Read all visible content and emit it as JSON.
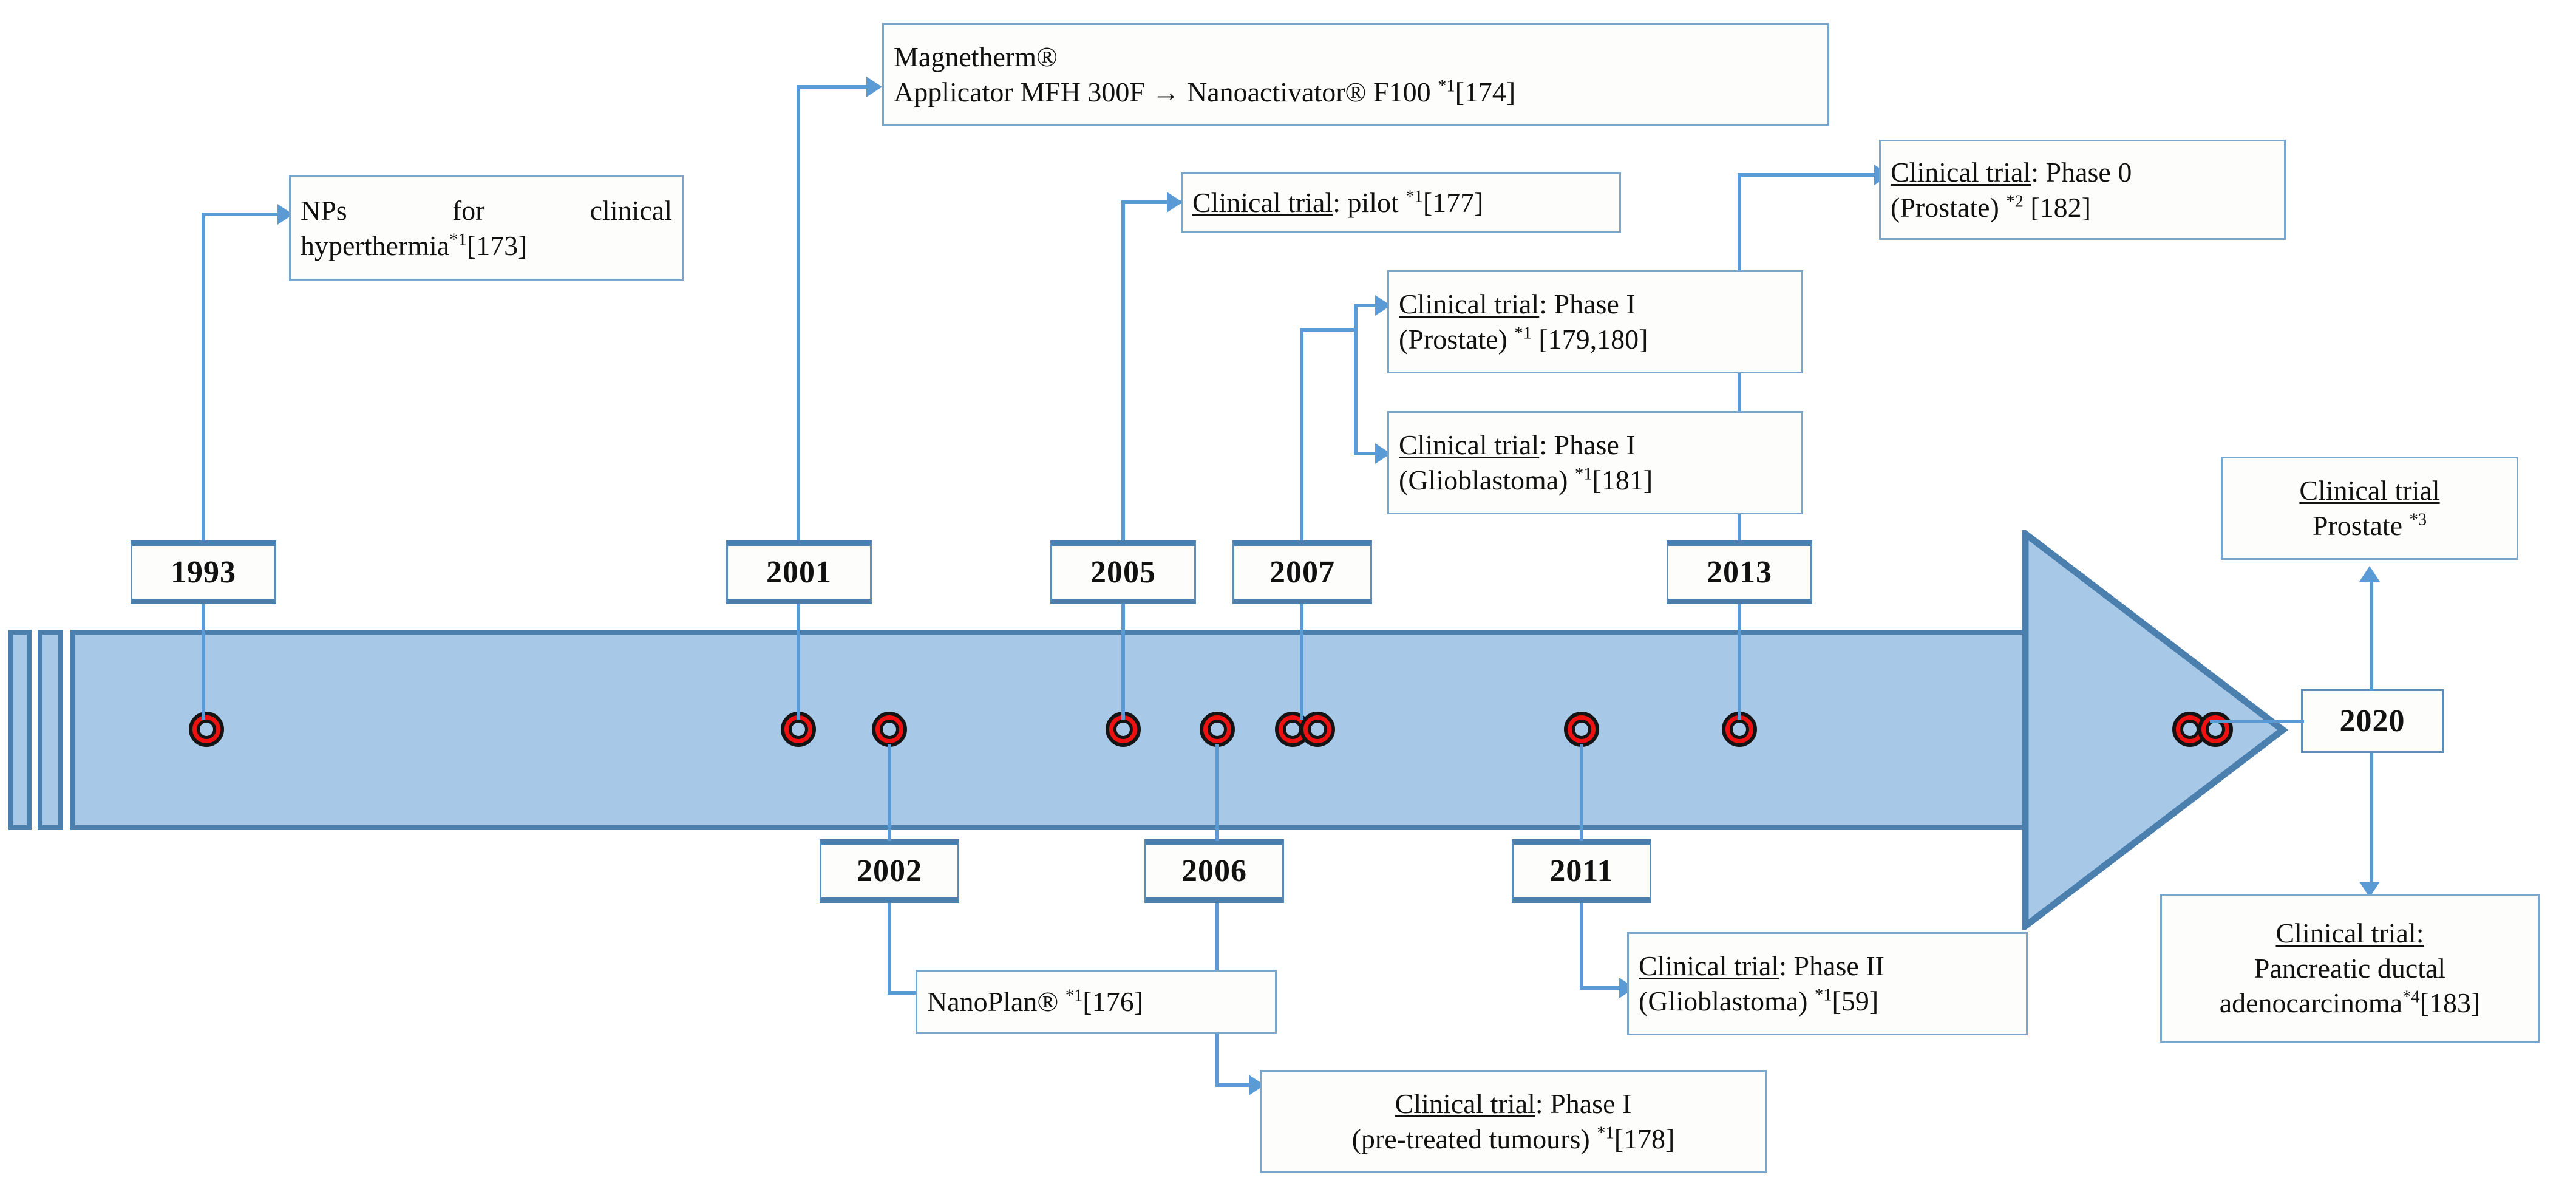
{
  "diagram": {
    "type": "timeline",
    "title": "Magnetic nanoparticle hyperthermia clinical development timeline"
  },
  "years": [
    {
      "id": "1993",
      "label": "1993",
      "side": "top"
    },
    {
      "id": "2001",
      "label": "2001",
      "side": "top"
    },
    {
      "id": "2005",
      "label": "2005",
      "side": "top"
    },
    {
      "id": "2007",
      "label": "2007",
      "side": "top"
    },
    {
      "id": "2013",
      "label": "2013",
      "side": "top"
    },
    {
      "id": "2002",
      "label": "2002",
      "side": "bottom"
    },
    {
      "id": "2006",
      "label": "2006",
      "side": "bottom"
    },
    {
      "id": "2011",
      "label": "2011",
      "side": "bottom"
    },
    {
      "id": "2020",
      "label": "2020",
      "side": "end"
    }
  ],
  "events": {
    "nps": {
      "line1": "NPs for clinical",
      "line2": "hyperthermia",
      "note": "*1",
      "ref": "[173]"
    },
    "magnetherm": {
      "line1": "Magnetherm®",
      "line2": "Applicator MFH 300F → Nanoactivator® F100 ",
      "note": "*1",
      "ref": "[174]"
    },
    "pilot": {
      "label": "Clinical trial",
      "rest": ": pilot ",
      "note": "*1",
      "ref": "[177]"
    },
    "phase0_prostate": {
      "label": "Clinical trial",
      "rest": ": Phase 0",
      "line2": "(Prostate) ",
      "note": "*2",
      "ref": " [182]"
    },
    "phaseI_prostate": {
      "label": "Clinical trial",
      "rest": ": Phase I",
      "line2": "(Prostate) ",
      "note": "*1",
      "ref": " [179,180]"
    },
    "phaseI_glioblastoma": {
      "label": "Clinical trial",
      "rest": ": Phase I",
      "line2": "(Glioblastoma) ",
      "note": "*1",
      "ref": "[181]"
    },
    "prostate_2020": {
      "label": "Clinical trial",
      "line2": "Prostate ",
      "note": "*3",
      "ref": ""
    },
    "pancreatic_2020": {
      "label": "Clinical trial:",
      "line2": "Pancreatic ductal",
      "line3": "adenocarcinoma",
      "note": "*4",
      "ref": "[183]"
    },
    "nanoplan": {
      "line1": "NanoPlan® ",
      "note": "*1",
      "ref": "[176]"
    },
    "phaseII_glioblastoma": {
      "label": "Clinical trial",
      "rest": ": Phase II",
      "line2": "(Glioblastoma) ",
      "note": "*1",
      "ref": "[59]"
    },
    "phaseI_pretreated": {
      "label": "Clinical trial",
      "rest": ": Phase I",
      "line2": "(pre-treated tumours) ",
      "note": "*1",
      "ref": "[178]"
    }
  },
  "colors": {
    "arrow_fill": "#a8c8e8",
    "arrow_stroke": "#4a7fae",
    "connector": "#5b9bd5",
    "box_border": "#7aa6cc",
    "marker_fill": "#ee1111",
    "marker_stroke": "#141414"
  }
}
